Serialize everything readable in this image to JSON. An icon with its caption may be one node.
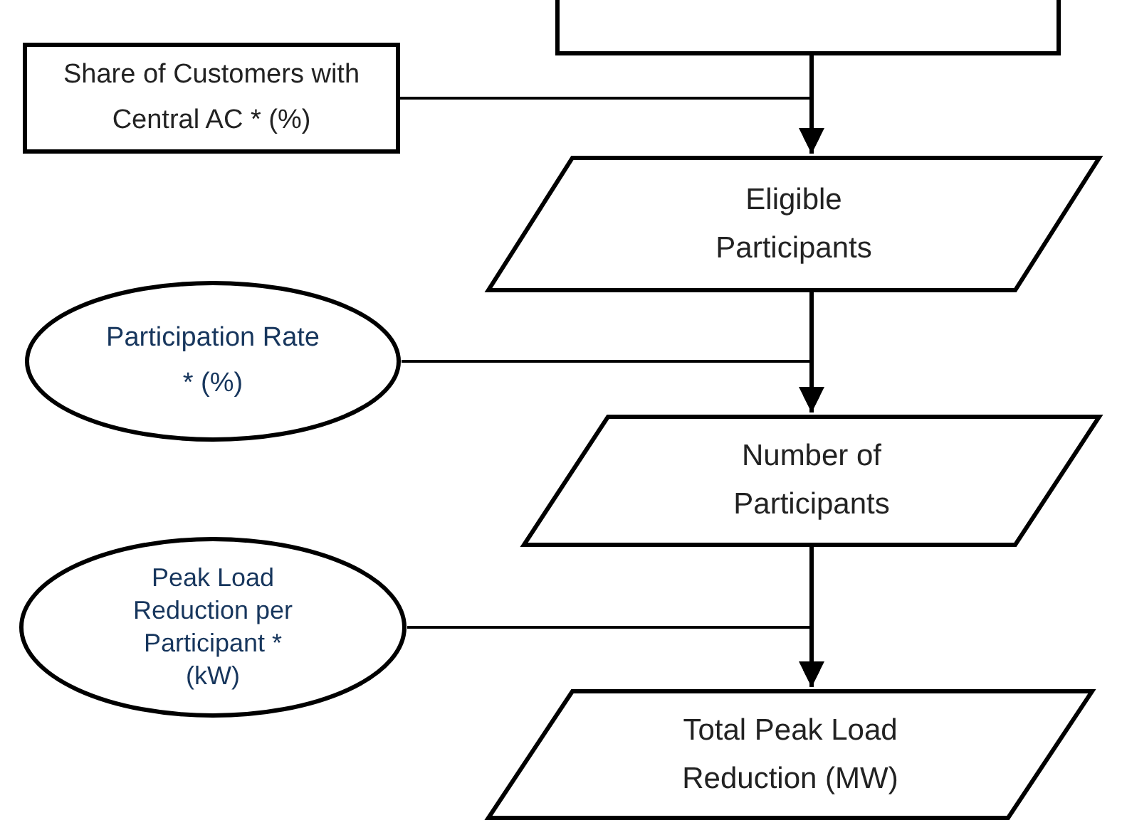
{
  "diagram": {
    "nodes": [
      {
        "text": [],
        "shape": "box"
      },
      {
        "text": [
          "Share of Customers with Central AC * (%)"
        ]
      },
      {
        "text": [
          "Eligible Participants"
        ]
      },
      {
        "text": [
          "Participation Rate * (%)"
        ]
      },
      {
        "text": [
          "Number of Participants"
        ]
      },
      {
        "text": [
          "Peak Load Reduction per Participant * (kW)"
        ]
      },
      {
        "text": [
          "Total Peak Load Reduction (MW)"
        ]
      }
    ],
    "edges": [
      {
        "from": 0,
        "to": 2,
        "arrow": "to"
      },
      {
        "from": 1,
        "to": 2,
        "arrow": "to"
      },
      {
        "from": 2,
        "to": 4,
        "arrow": "to"
      },
      {
        "from": 3,
        "to": 4,
        "arrow": "to"
      },
      {
        "from": 4,
        "to": 6,
        "arrow": "to"
      },
      {
        "from": 5,
        "to": 6,
        "arrow": "to"
      }
    ]
  }
}
